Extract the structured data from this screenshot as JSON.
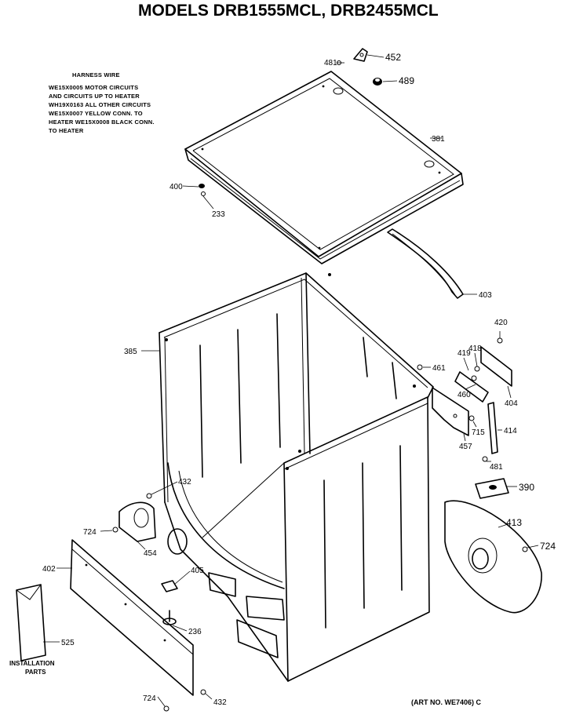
{
  "title": "MODELS DRB1555MCL, DRB2455MCL",
  "harness_note": {
    "heading": "HARNESS WIRE",
    "lines": [
      "WE15X0005 MOTOR CIRCUITS",
      "AND CIRCUITS UP TO HEATER",
      "WH19X0163 ALL OTHER CIRCUITS",
      "WE15X0007 YELLOW CONN. TO",
      "HEATER WE15X0008 BLACK CONN.",
      "TO HEATER"
    ]
  },
  "installation_label": [
    "INSTALLATION",
    "PARTS"
  ],
  "art_number": "(ART NO. WE7406) C",
  "parts": {
    "p481_top": "481",
    "p452": "452",
    "p489": "489",
    "p381": "381",
    "p400": "400",
    "p233": "233",
    "p403": "403",
    "p420": "420",
    "p419": "419",
    "p418": "418",
    "p461": "461",
    "p460": "460",
    "p404": "404",
    "p715": "715",
    "p414": "414",
    "p457": "457",
    "p481_low": "481",
    "p390": "390",
    "p413": "413",
    "p724_r": "724",
    "p385": "385",
    "p432_a": "432",
    "p724_l": "724",
    "p454": "454",
    "p402": "402",
    "p405": "405",
    "p236": "236",
    "p525": "525",
    "p724_b": "724",
    "p432_b": "432"
  }
}
